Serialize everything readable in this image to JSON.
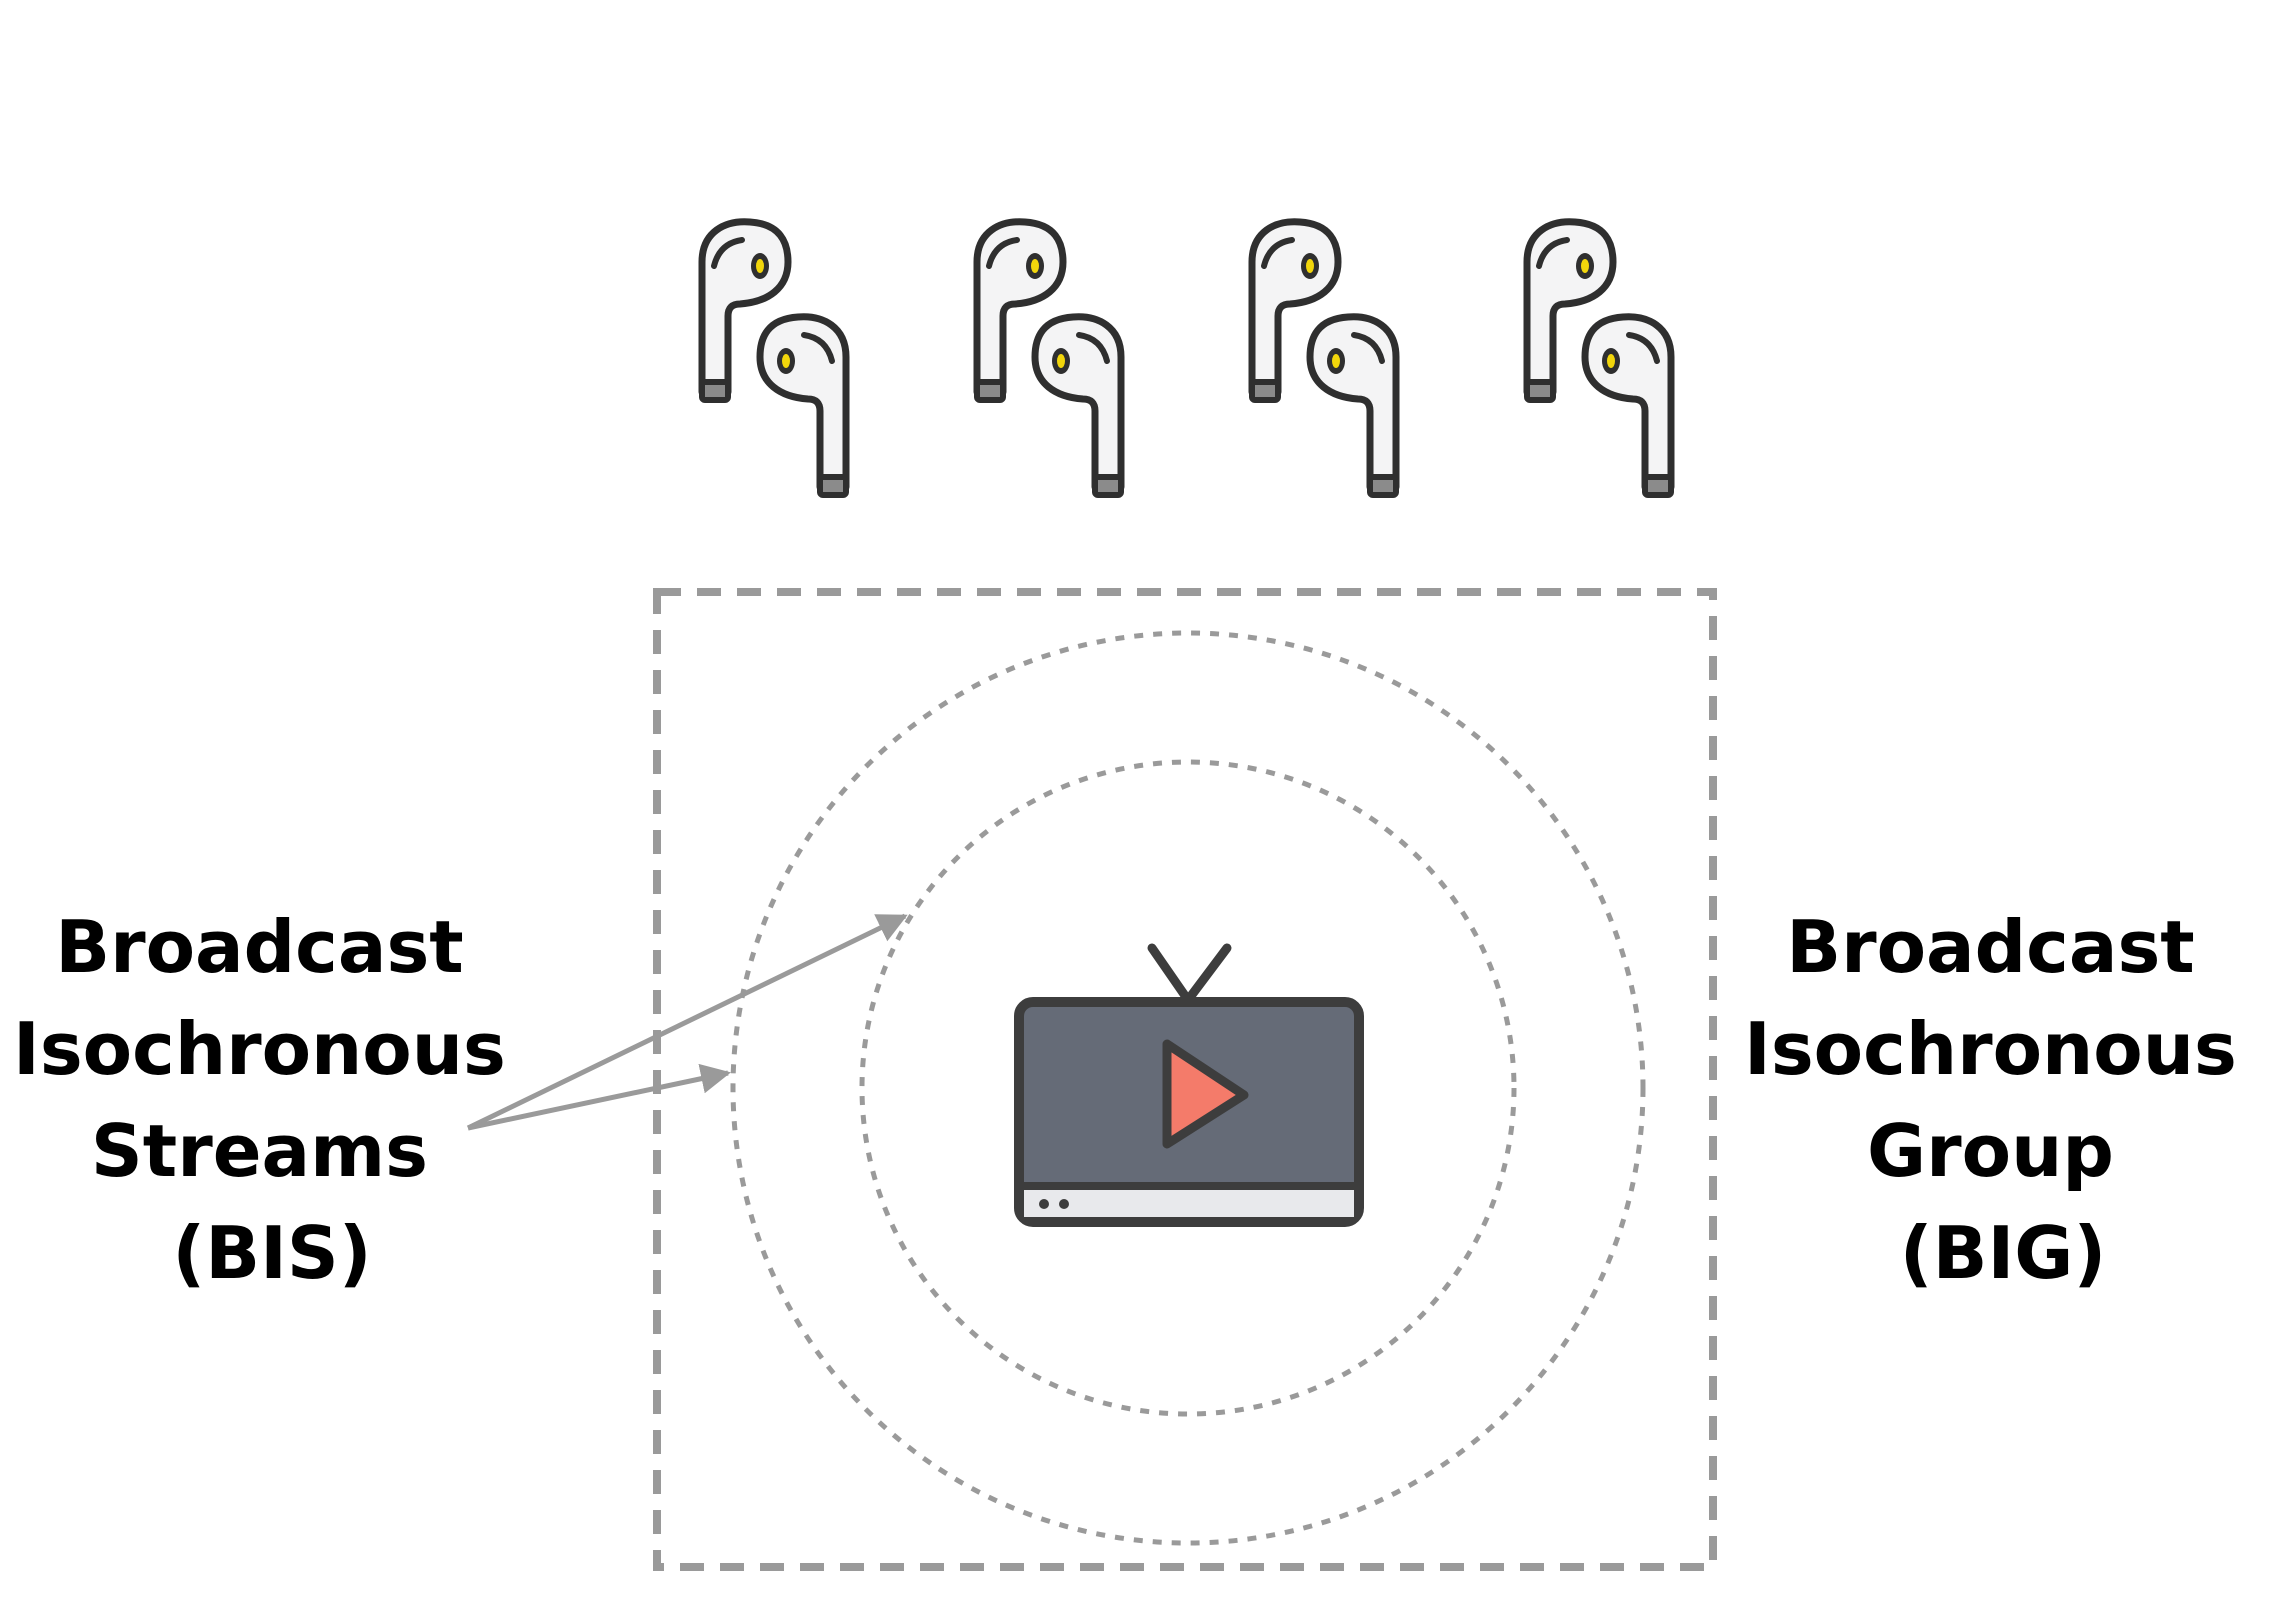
{
  "labels": {
    "left": [
      "Broadcast",
      "Isochronous",
      "Streams",
      "(BIS)"
    ],
    "right": [
      "Broadcast",
      "Isochronous",
      "Group",
      "(BIG)"
    ]
  },
  "icons": {
    "receivers": [
      "earbuds-icon",
      "earbuds-icon",
      "earbuds-icon",
      "earbuds-icon"
    ],
    "source": "tv-play-icon"
  },
  "colors": {
    "outline": "#2f2f2f",
    "dashed_line": "#9a9a9a",
    "arrow": "#9a9a9a",
    "tv_screen": "#656b77",
    "tv_frame": "#3d3d3d",
    "tv_bar": "#e8e9ec",
    "play": "#f47b6a",
    "earbud_body": "#f4f4f5",
    "earbud_tip": "#8b8b8b",
    "earbud_sensor": "#f2d60b"
  }
}
